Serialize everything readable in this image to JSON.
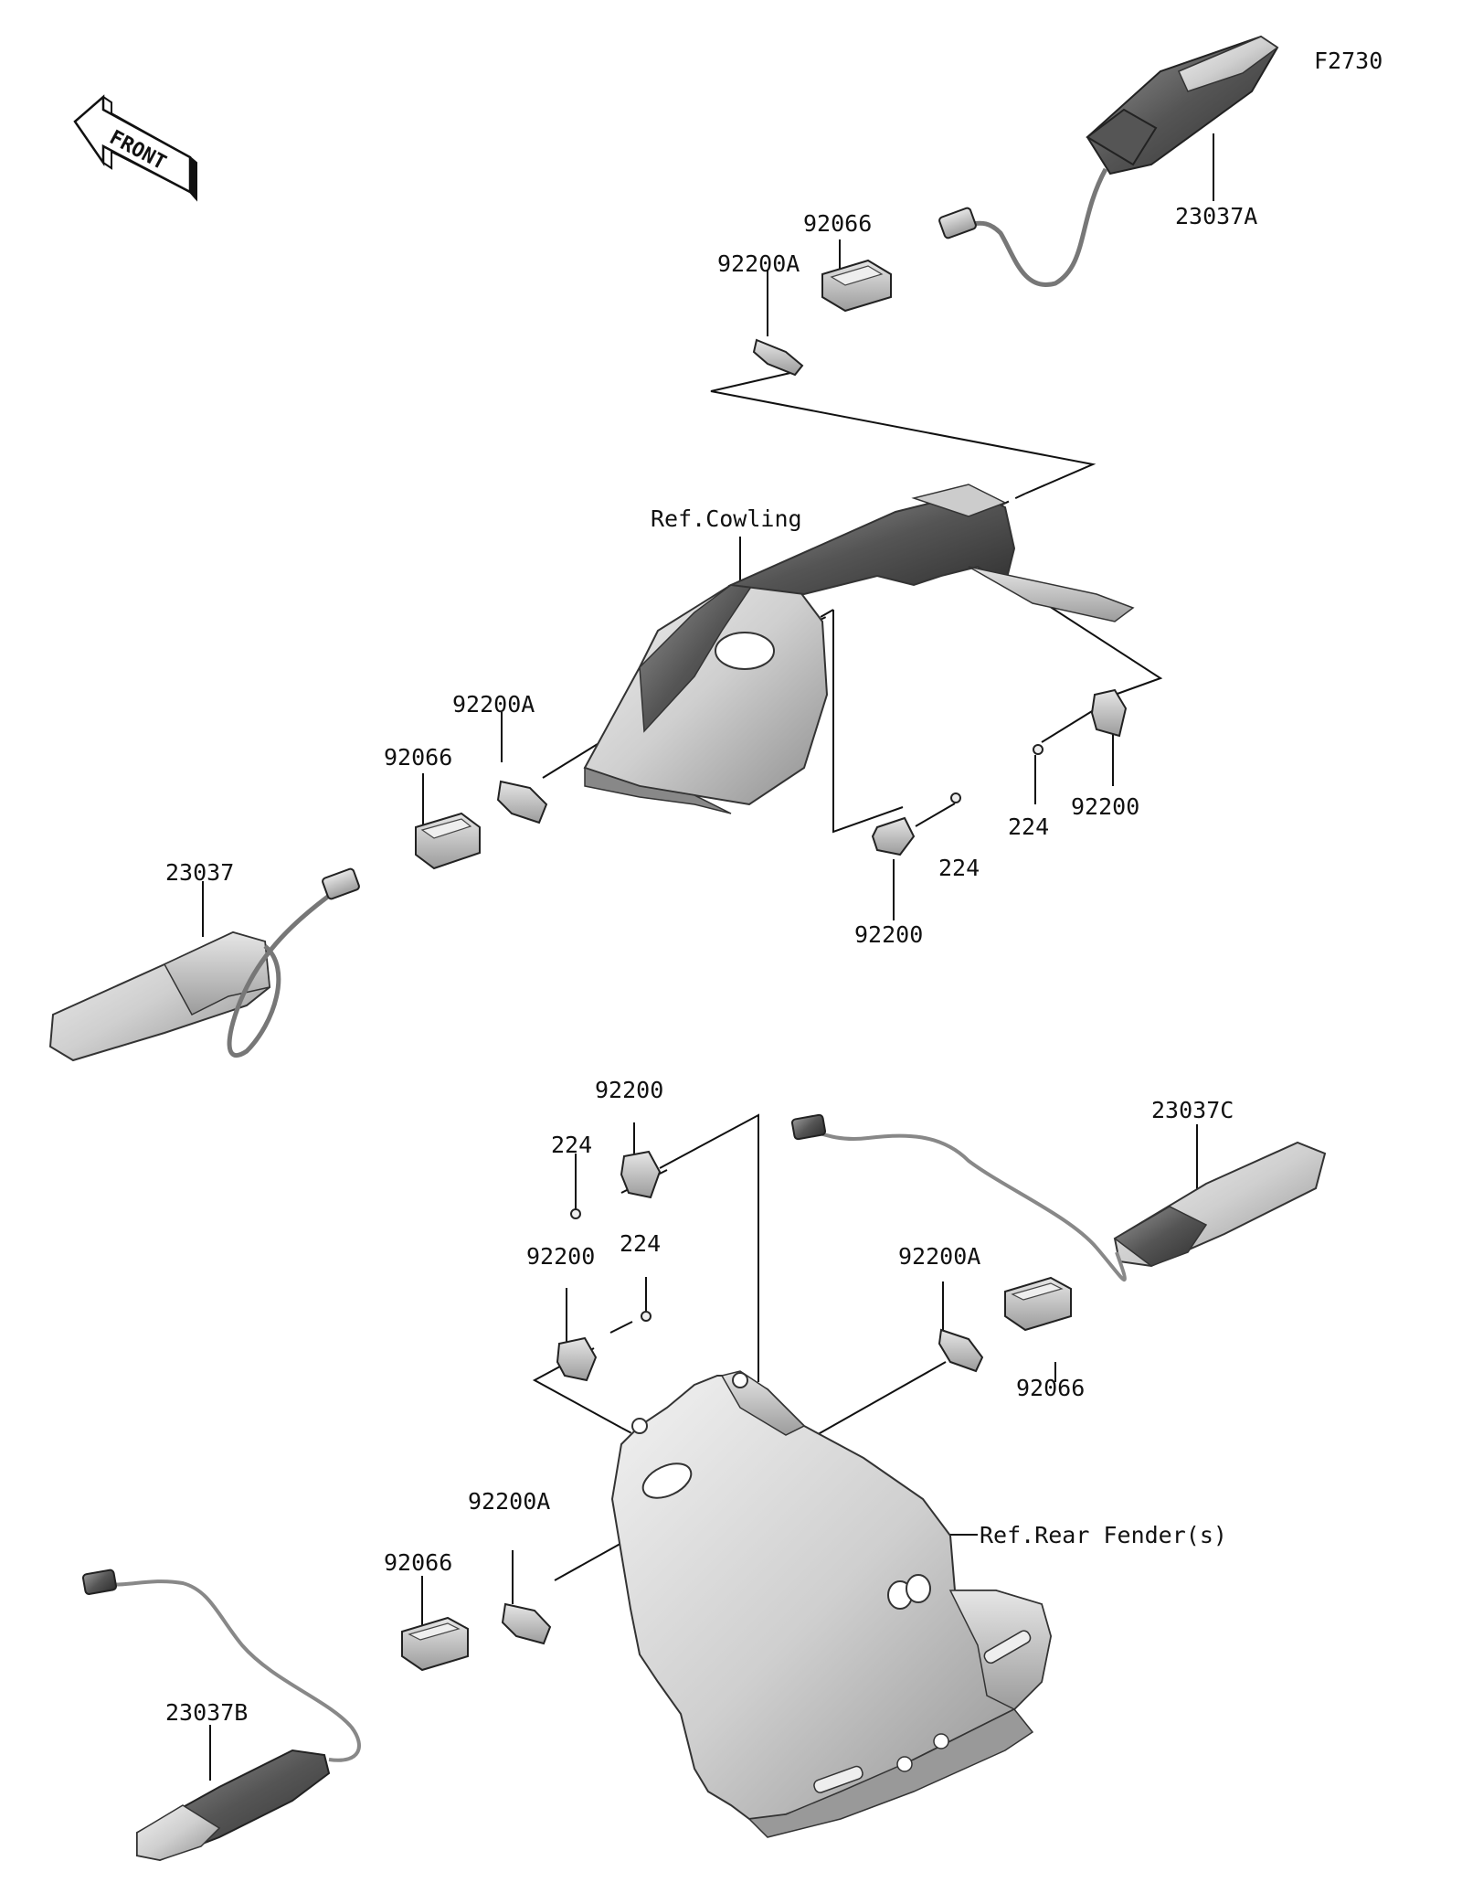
{
  "diagram_code": "F2730",
  "front_arrow_text": "FRONT",
  "refs": {
    "cowling": "Ref.Cowling",
    "rear_fender": "Ref.Rear Fender(s)"
  },
  "labels": {
    "p23037A": "23037A",
    "p92066_top": "92066",
    "p92200A_top": "92200A",
    "p92200A_mid": "92200A",
    "p92066_mid": "92066",
    "p23037": "23037",
    "p224_r": "224",
    "p92200_r": "92200",
    "p224_c": "224",
    "p92200_c": "92200",
    "p92200_b1": "92200",
    "p224_b1": "224",
    "p92200_b2": "92200",
    "p224_b2": "224",
    "p23037C": "23037C",
    "p92200A_br": "92200A",
    "p92066_br": "92066",
    "p92200A_bl": "92200A",
    "p92066_bl": "92066",
    "p23037B": "23037B"
  },
  "colors": {
    "line": "#111111",
    "part_light": "#d4d4d4",
    "part_mid": "#a8a8a8",
    "part_dark": "#555555"
  }
}
